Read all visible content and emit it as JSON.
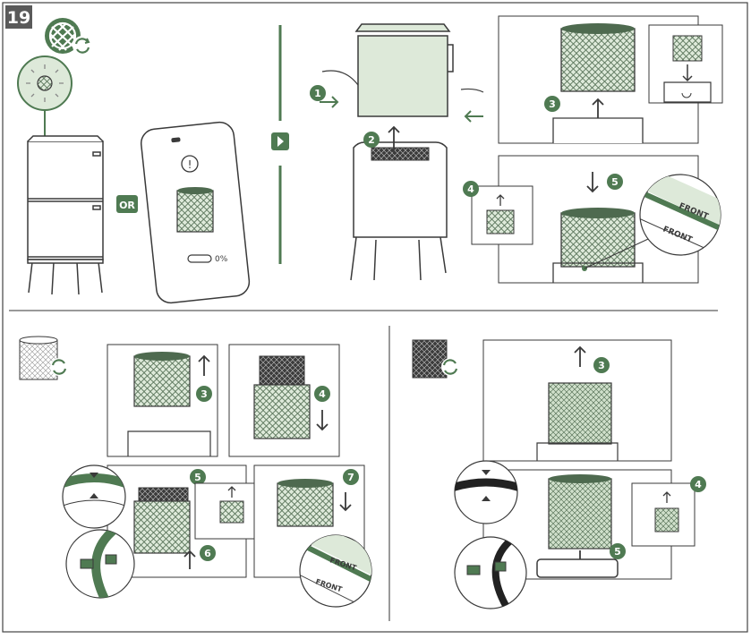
{
  "page": {
    "step_number": "19",
    "or_label": "OR",
    "percent_label": "0%",
    "alert_glyph": "!",
    "front_label": "FRONT"
  },
  "steps": {
    "s1": "1",
    "s2": "2",
    "s3": "3",
    "s4": "4",
    "s5": "5",
    "s6": "6",
    "s7": "7"
  },
  "colors": {
    "accent": "#4f7a52",
    "filter_fill": "#dde9d9",
    "frame": "#3a3a3a",
    "dark_filter": "#3b3b3b"
  },
  "icons": [
    "filter-replace-icon",
    "arrow-up-icon",
    "arrow-down-icon",
    "arrow-right-icon",
    "play-icon",
    "recycle-icon",
    "alert-icon",
    "battery-icon"
  ]
}
